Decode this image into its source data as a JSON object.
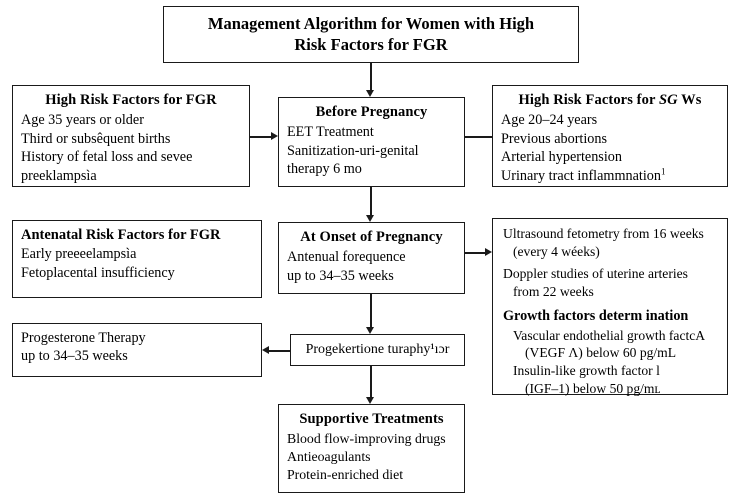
{
  "figure": {
    "title_line1": "Management Algorithm for Women with High",
    "title_line2": "Risk Factors for FGR"
  },
  "boxes": {
    "hrf_fgr": {
      "header": "High Risk Factors for FGR",
      "lines": [
        "Age 35 years or older",
        "Third or subsêquent births",
        "History of fetal loss and sevee",
        "preeklampsìa"
      ]
    },
    "before_pregnancy": {
      "header": "Before Pregnancy",
      "lines": [
        "EET Treatment",
        "Sanitization-uri-genital",
        "therapy 6 mo"
      ]
    },
    "hrf_sgws": {
      "header_pre": "High Risk Factors for ",
      "header_ital": "SG",
      "header_post": " Ws",
      "lines": [
        "Age 20–24 years",
        "Previous abortions",
        "Arterial hypertension"
      ],
      "last_line": "Urinary tract inflammnation",
      "last_line_sup": "1"
    },
    "antenatal_rf": {
      "header": "Antenatal Risk Factors for FGR",
      "lines": [
        "Early preeeelampsìa",
        "Fetoplacental insufficiency"
      ]
    },
    "at_onset": {
      "header": "At Onset of Pregnancy",
      "lines": [
        "Antenual forequence",
        "up to 34–35 weeks"
      ]
    },
    "monitoring": {
      "lines": [
        "Ultrasound fetometry from 16 weeks",
        "(every 4 wéeks)",
        "Doppler studies of uterine arteries",
        "from 22 weeks"
      ],
      "subheader": "Growth factors determ ination",
      "sub_lines": [
        "Vascular endothelial growth factcA",
        "(VEGF Λ) below 60 pg/mL",
        "Insulin-like growth factor l",
        "(IGF–1) below 50 pg/mʟ"
      ]
    },
    "progesterone": {
      "lines": [
        "Progesterone Therapy",
        "up to 34–35 weeks"
      ]
    },
    "progest_small": {
      "text": "Progekertione turaphy¹ıɔr"
    },
    "supportive": {
      "header": "Supportive Treatments",
      "lines": [
        "Blood flow-improving drugs",
        "Antieoagulants",
        "Protein-enriched diet"
      ]
    }
  },
  "style": {
    "line_color": "#1a1a1a",
    "background": "#ffffff"
  }
}
